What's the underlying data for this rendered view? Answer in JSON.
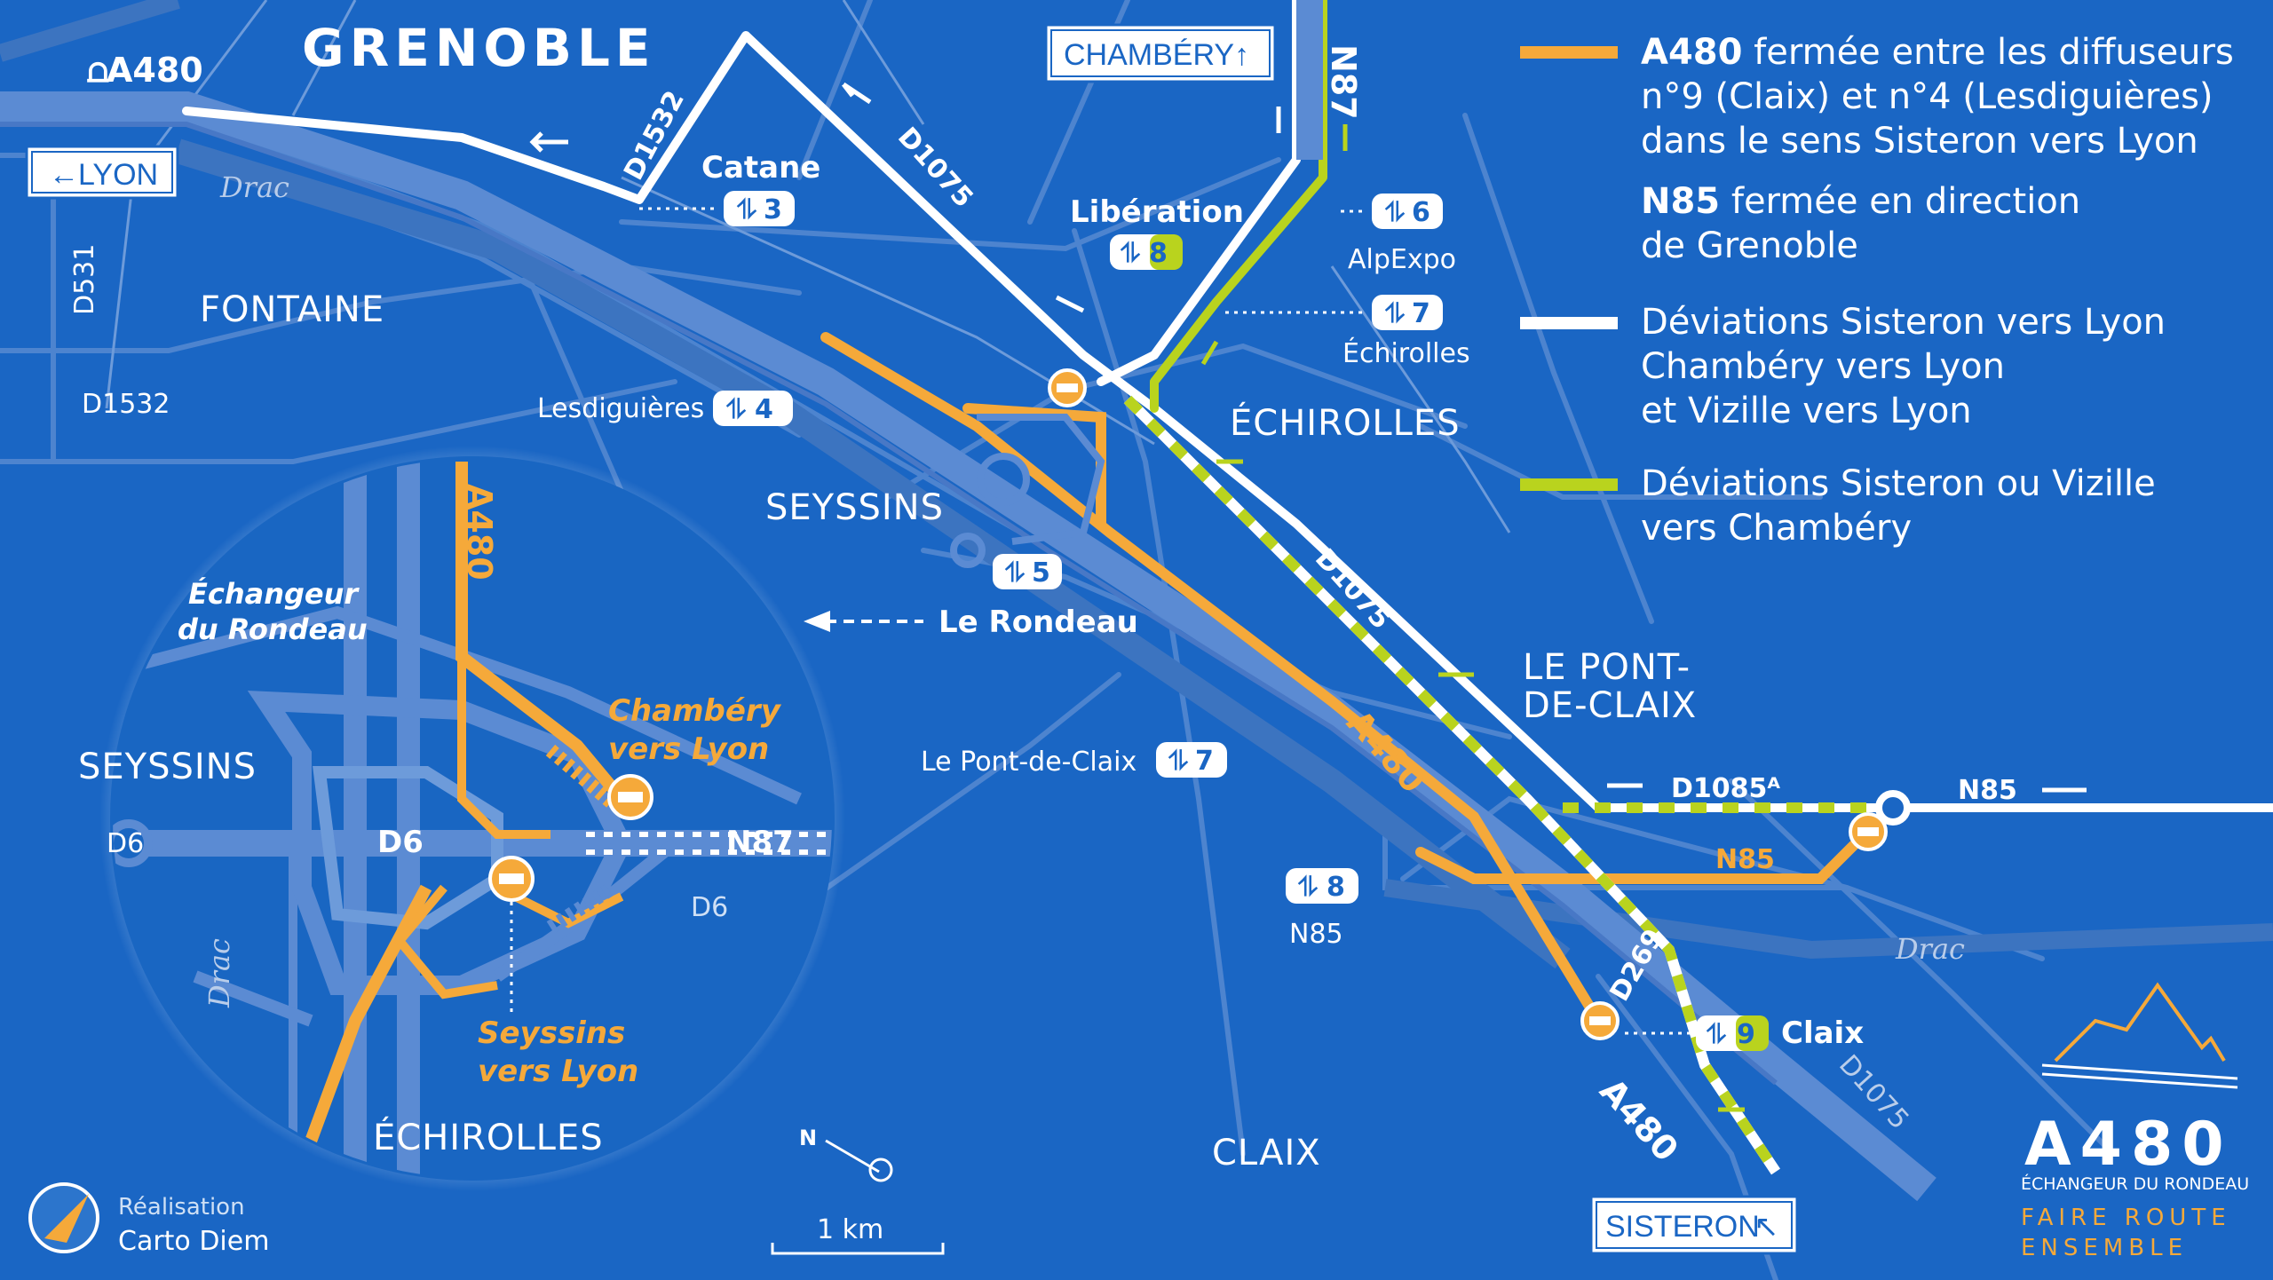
{
  "title": "GRENOBLE",
  "signs": {
    "lyon": "LYON",
    "chambery": "CHAMBÉRY",
    "sisteron": "SISTERON"
  },
  "highway_labels": {
    "a480_top": "A480",
    "a480_mid": "A480",
    "a480_bottom": "A480",
    "n87": "N87",
    "n85_east": "N85",
    "n85_south": "N85",
    "a480_inset": "A480"
  },
  "road_labels": {
    "d1532_north": "D1532",
    "d1532_west": "D1532",
    "d531": "D531",
    "d1075_north": "D1075",
    "d1075_mid": "D1075",
    "d1075_south": "D1075",
    "d1085a": "D1085ᴬ",
    "d269": "D269"
  },
  "places": {
    "fontaine": "FONTAINE",
    "seyssins": "SEYSSINS",
    "echirolles": "ÉCHIROLLES",
    "le_pont_de_claix_1": "LE PONT-",
    "le_pont_de_claix_2": "DE-CLAIX",
    "claix": "CLAIX"
  },
  "rivers": {
    "drac_north": "Drac",
    "drac_east": "Drac",
    "drac_inset": "Drac"
  },
  "exits": [
    {
      "name": "Catane",
      "number": "3"
    },
    {
      "name": "Lesdiguières",
      "number": "4"
    },
    {
      "name": "",
      "number": "5"
    },
    {
      "name": "Libération",
      "number": "8"
    },
    {
      "name": "AlpExpo",
      "number": "6"
    },
    {
      "name": "Échirolles",
      "number": "7"
    },
    {
      "name": "Le Pont-de-Claix",
      "number": "7"
    },
    {
      "name": "N85",
      "number": "8"
    },
    {
      "name": "Claix",
      "number": "9"
    }
  ],
  "rondeau_pointer": "Le Rondeau",
  "inset": {
    "title_1": "Échangeur",
    "title_2": "du Rondeau",
    "seyssins": "SEYSSINS",
    "echirolles": "ÉCHIROLLES",
    "d6_west": "D6",
    "d6_center": "D6",
    "d6_east": "D6",
    "n87": "N87",
    "chambery_1": "Chambéry",
    "chambery_2": "vers Lyon",
    "seyssins_1": "Seyssins",
    "seyssins_2": "vers Lyon"
  },
  "legend": [
    {
      "color": "#f5a93a",
      "bold": "A480",
      "lines": [
        "fermée entre les diffuseurs",
        "n°9 (Claix) et n°4 (Lesdiguières)",
        "dans le sens Sisteron vers Lyon"
      ]
    },
    {
      "color": "",
      "bold": "N85",
      "lines": [
        "fermée en direction",
        "de Grenoble"
      ]
    },
    {
      "color": "#ffffff",
      "bold": "",
      "lines": [
        "Déviations Sisteron vers Lyon",
        "Chambéry vers Lyon",
        "et Vizille vers Lyon"
      ]
    },
    {
      "color": "#b9d31e",
      "bold": "",
      "lines": [
        "Déviations Sisteron ou Vizille",
        "vers Chambéry"
      ]
    }
  ],
  "scale": "1 km",
  "credit": {
    "line1": "Réalisation",
    "line2": "Carto Diem"
  },
  "brand": {
    "name": "A480",
    "sub": "ÉCHANGEUR DU RONDEAU",
    "tag1": "FAIRE ROUTE",
    "tag2": "ENSEMBLE"
  },
  "colors": {
    "background": "#1a66c4",
    "closed": "#f5a93a",
    "detour_lyon": "#ffffff",
    "detour_chambery": "#b9d31e",
    "roads": "#5b8bd3"
  }
}
